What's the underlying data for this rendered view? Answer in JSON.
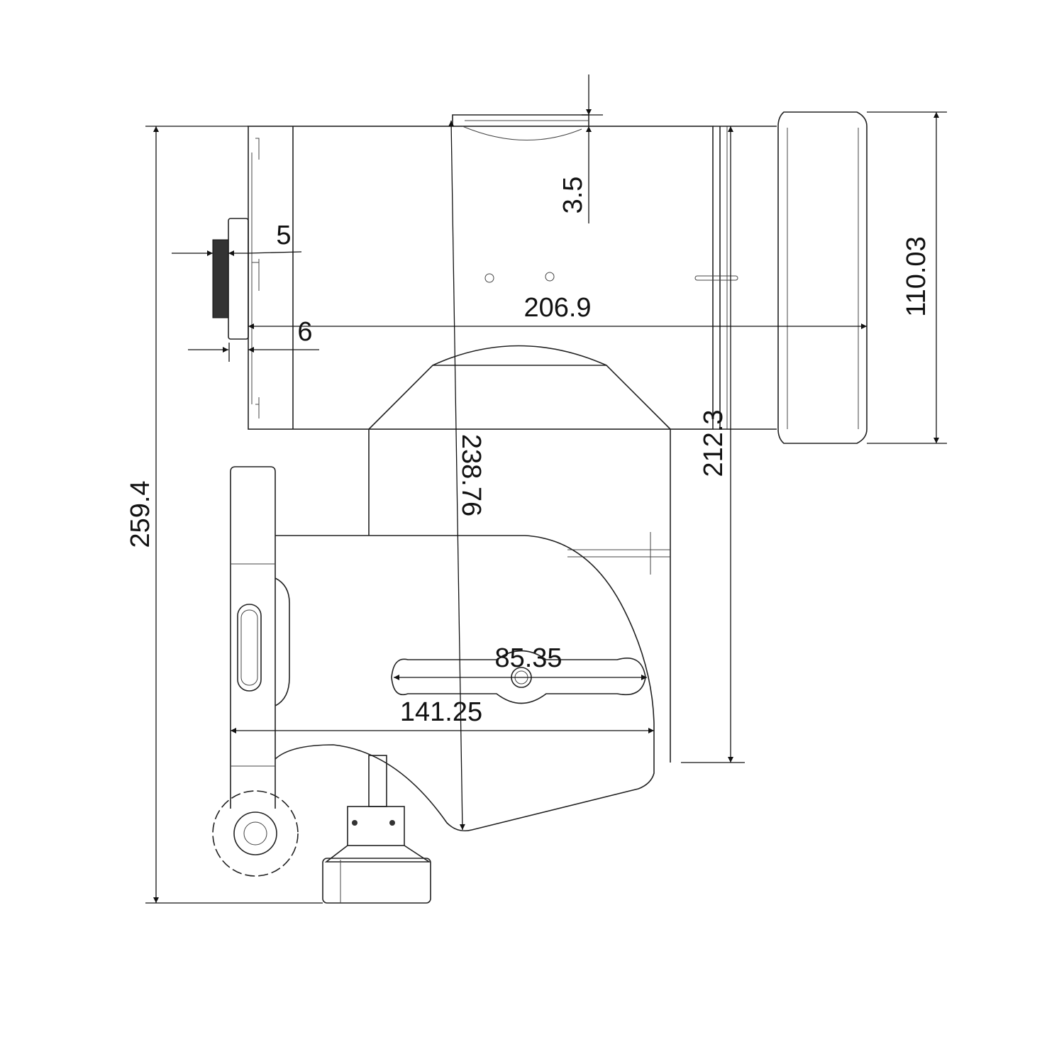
{
  "drawing": {
    "dimensions": {
      "overall_height": "259.4",
      "inner_height": "212.3",
      "diagonal_height": "238.76",
      "body_width": "206.9",
      "lens_diameter": "110.03",
      "top_offset": "3.5",
      "knob_thickness": "5",
      "plate_offset": "6",
      "slot_length": "85.35",
      "bracket_width": "141.25"
    }
  }
}
